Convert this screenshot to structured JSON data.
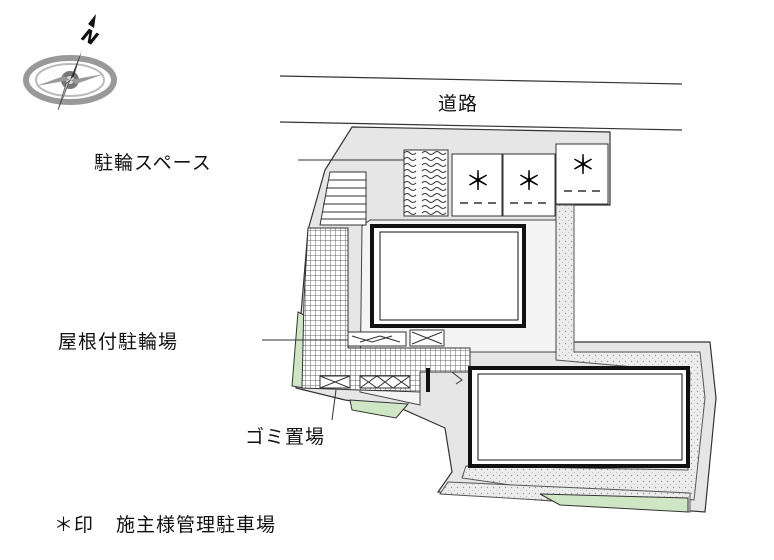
{
  "labels": {
    "road": "道路",
    "bicycle_space": "駐輪スペース",
    "covered_bicycle_parking": "屋根付駐輪場",
    "garbage_area": "ゴミ置場",
    "legend_mark": "＊印",
    "legend_text": "施主様管理駐車場"
  },
  "compass": {
    "north": "N"
  },
  "parking_mark": "＊",
  "colors": {
    "building_outline": "#111111",
    "dotted_area": "#e9e9e9",
    "greenery": "#cfe6c4",
    "mesh": "#555555"
  }
}
